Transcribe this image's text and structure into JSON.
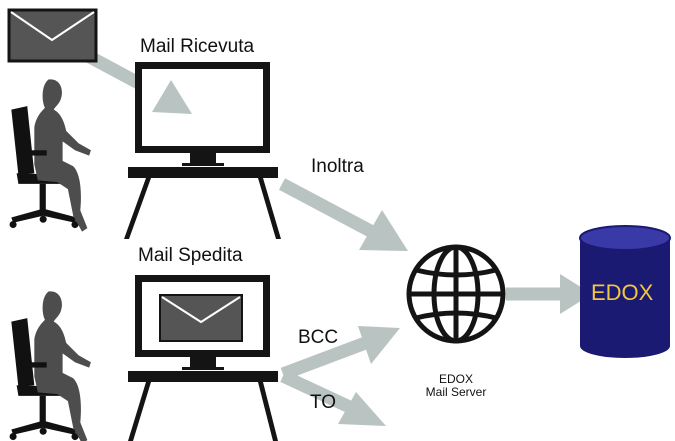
{
  "labels": {
    "mail_received": "Mail Ricevuta",
    "forward": "Inoltra",
    "mail_sent": "Mail Spedita",
    "bcc": "BCC",
    "to": "TO",
    "server_line1": "EDOX",
    "server_line2": "Mail Server",
    "database": "EDOX"
  },
  "icons": {
    "envelope": "envelope-icon",
    "monitor": "computer-monitor-icon",
    "person": "seated-woman-icon",
    "globe": "globe-icon",
    "database": "database-cylinder-icon",
    "arrow": "arrow-icon"
  },
  "colors": {
    "dark": "#141414",
    "person": "#4d4d4d",
    "arrow": "#b9c3c2",
    "database": "#1b1a72",
    "database_text": "#f2c640"
  }
}
